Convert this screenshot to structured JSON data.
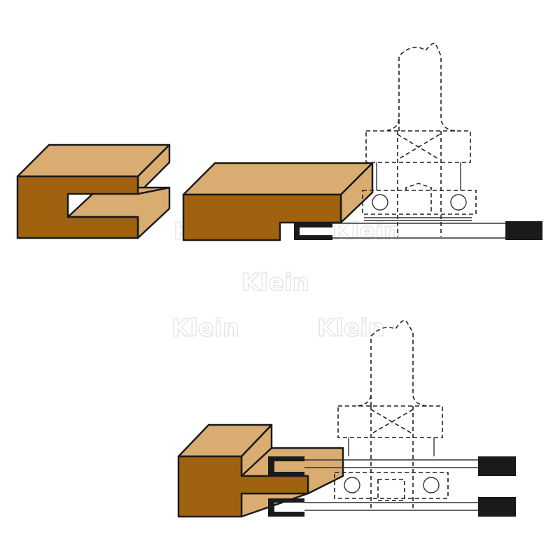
{
  "colors": {
    "wood_top": "#d9ac72",
    "wood_front": "#a0620f",
    "cutter": "#1a1a1a",
    "outline": "#1a1a1a"
  },
  "watermark": {
    "text": "Klein"
  },
  "figures": [
    {
      "id": "top",
      "description_items": [
        "slotted-workpiece",
        "rebated-workpiece",
        "router-bit-single-cutter"
      ]
    },
    {
      "id": "bottom",
      "description_items": [
        "tenon-workpiece",
        "router-bit-twin-cutters"
      ]
    }
  ]
}
